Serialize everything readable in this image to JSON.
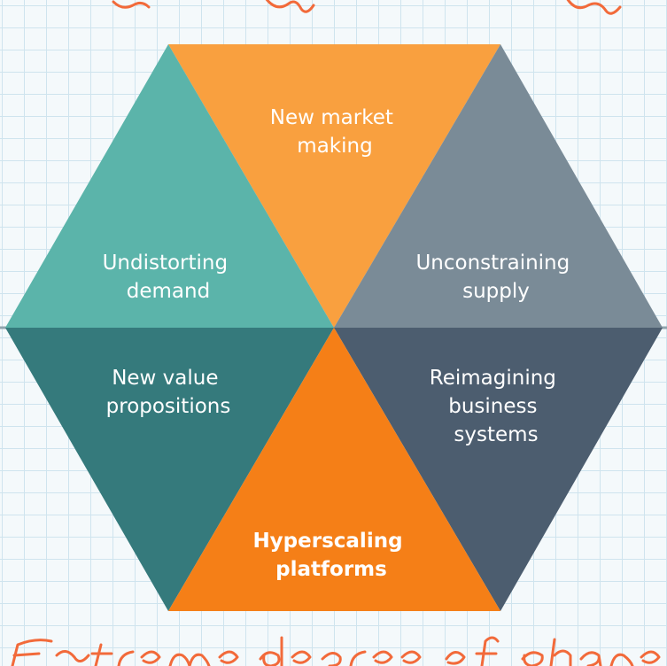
{
  "segments": {
    "top": {
      "lines": [
        "New market",
        "making"
      ],
      "color": "#f9a03f"
    },
    "upper_left": {
      "lines": [
        "Undistorting",
        "demand"
      ],
      "color": "#5bb4aa"
    },
    "upper_right": {
      "lines": [
        "Unconstraining",
        "supply"
      ],
      "color": "#7a8b97"
    },
    "lower_left": {
      "lines": [
        "New value",
        "propositions"
      ],
      "color": "#357a7c"
    },
    "lower_right": {
      "lines": [
        "Reimagining",
        "business",
        "systems"
      ],
      "color": "#4c5d6f"
    },
    "bottom": {
      "lines": [
        "Hyperscaling",
        "platforms"
      ],
      "color": "#f57f17"
    }
  },
  "colors": {
    "grid": "#cfe4ee",
    "background": "#f4f9fb",
    "handwriting": "#f26a3a",
    "divider": "#8fa4ad"
  }
}
